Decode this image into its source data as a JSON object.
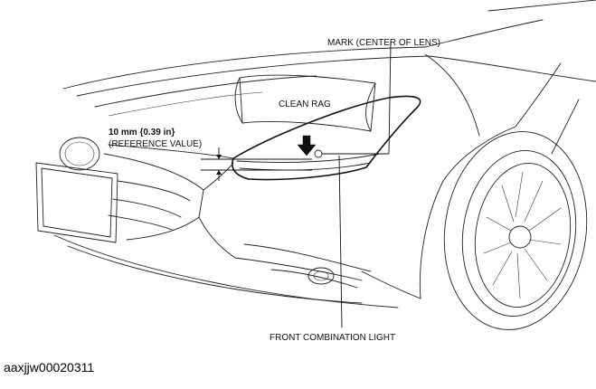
{
  "diagram": {
    "labels": {
      "mark": "MARK (CENTER OF LENS)",
      "clean_rag": "CLEAN RAG",
      "measure_value": "10 mm {0.39 in}",
      "measure_note": "(REFERENCE VALUE)",
      "front_light": "FRONT COMBINATION LIGHT"
    },
    "figure_code": "aaxjjw00020311"
  }
}
